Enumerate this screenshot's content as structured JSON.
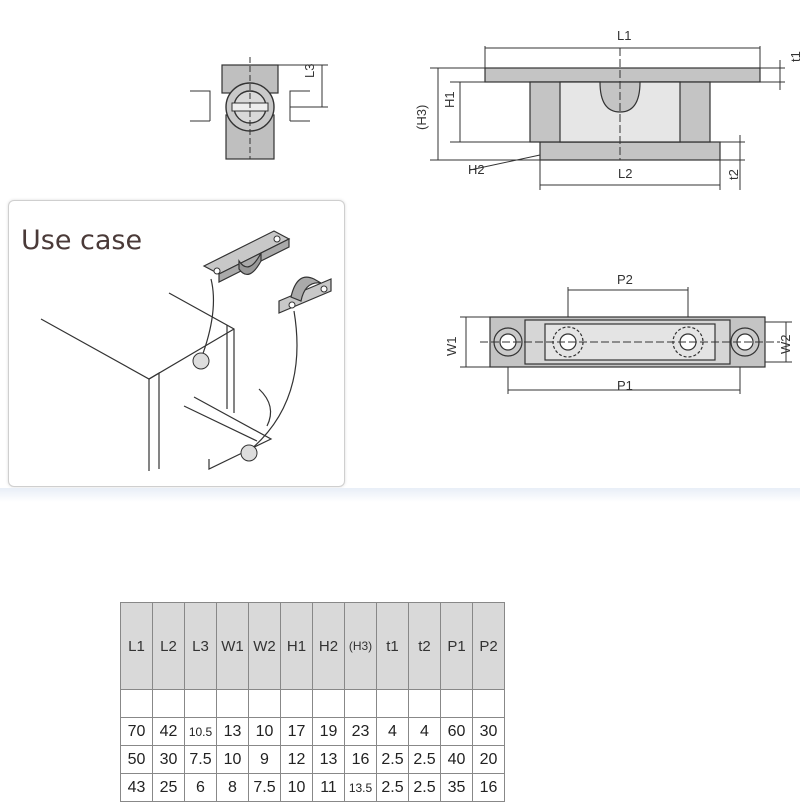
{
  "use_case": {
    "title": "Use case"
  },
  "dims": {
    "L1": "L1",
    "L2": "L2",
    "L3": "L3",
    "H1": "H1",
    "H2": "H2",
    "H3": "(H3)",
    "t1": "t1",
    "t2": "t2",
    "W1": "W1",
    "W2": "W2",
    "P1": "P1",
    "P2": "P2"
  },
  "table": {
    "headers": [
      "L1",
      "L2",
      "L3",
      "W1",
      "W2",
      "H1",
      "H2",
      "(H3)",
      "t1",
      "t2",
      "P1",
      "P2"
    ],
    "rows": [
      [
        "70",
        "42",
        "10.5",
        "13",
        "10",
        "17",
        "19",
        "23",
        "4",
        "4",
        "60",
        "30"
      ],
      [
        "50",
        "30",
        "7.5",
        "10",
        "9",
        "12",
        "13",
        "16",
        "2.5",
        "2.5",
        "40",
        "20"
      ],
      [
        "43",
        "25",
        "6",
        "8",
        "7.5",
        "10",
        "11",
        "13.5",
        "2.5",
        "2.5",
        "35",
        "16"
      ]
    ]
  }
}
